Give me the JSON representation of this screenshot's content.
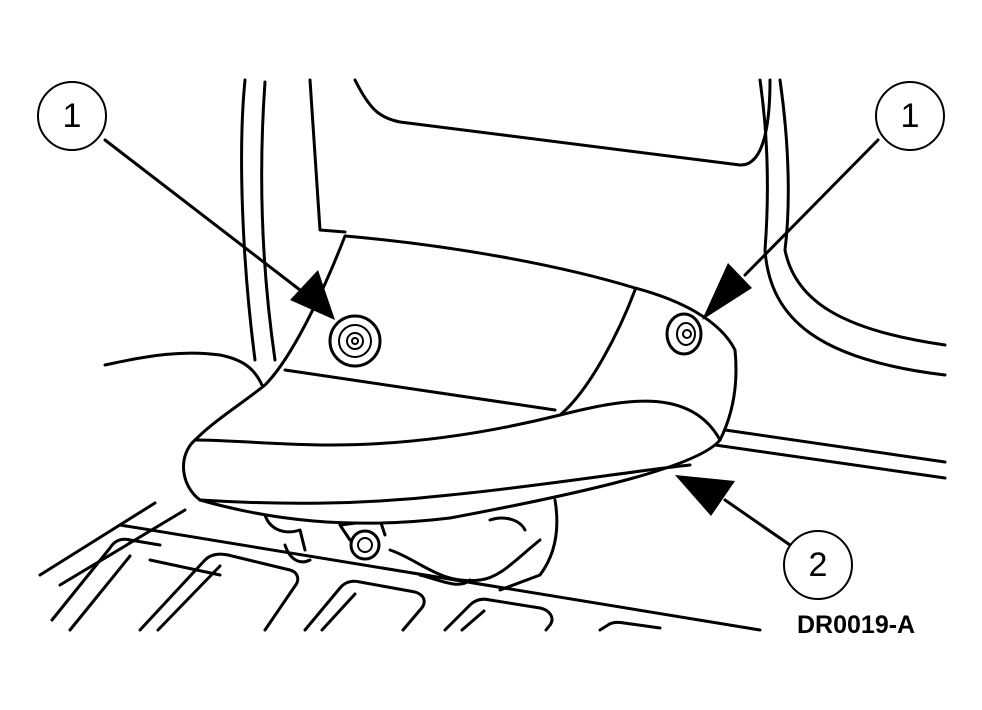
{
  "figure_id": "DR0019-A",
  "callouts": [
    {
      "label": "1"
    },
    {
      "label": "1"
    },
    {
      "label": "2"
    }
  ]
}
